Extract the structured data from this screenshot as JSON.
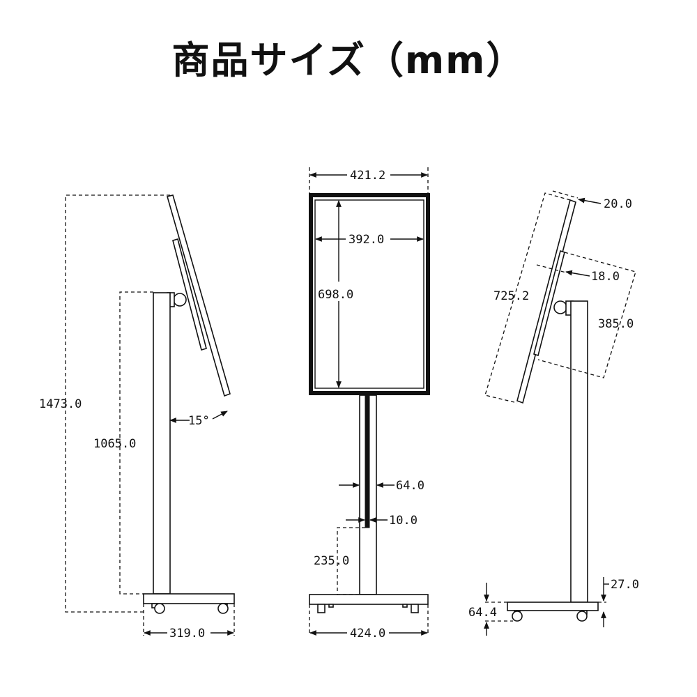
{
  "title": "商品サイズ（mm）",
  "dimensions": {
    "side_total_height": "1473.0",
    "side_pole_height": "1065.0",
    "tilt_angle": "15°",
    "side_base_depth": "319.0",
    "front_outer_width": "421.2",
    "front_inner_width": "392.0",
    "front_screen_height": "698.0",
    "pole_width": "64.0",
    "pole_slot_width": "10.0",
    "pole_slot_height": "235.0",
    "front_base_width": "424.0",
    "panel_thickness": "20.0",
    "panel_height": "725.2",
    "mount_offset": "18.0",
    "mount_height": "385.0",
    "base_thickness": "27.0",
    "base_height": "64.4"
  }
}
